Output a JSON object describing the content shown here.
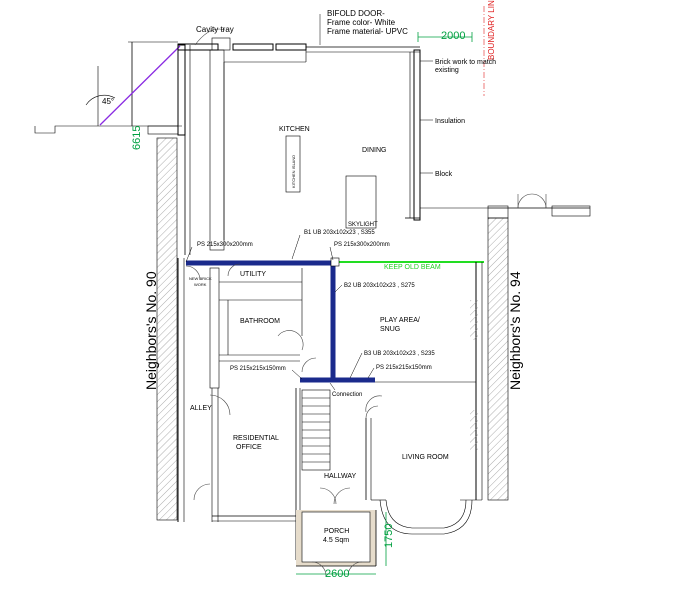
{
  "labels": {
    "bifold_title": "BIFOLD DOOR-",
    "bifold_color": "Frame color- White",
    "bifold_material": "Frame material-  UPVC",
    "cavity_tray": "Cavity tray",
    "dim_2000": "2000",
    "boundary_line": "BOUNDARY LINE",
    "brick_note_1": "Brick work to match",
    "brick_note_2": "existing",
    "insulation": "Insulation",
    "block": "Block",
    "angle": "45°",
    "dim_6615": "6615",
    "kitchen": "KITCHEN",
    "kitchen_island": "KITCHEN ISLAND",
    "dining": "DINING",
    "skylight": "SKYLIGHT",
    "b1": "B1 UB 203x102x23 , S355",
    "ps_left": "PS  215x300x200mm",
    "ps_right": "PS  215x300x200mm",
    "keep_old_beam": "KEEP OLD BEAM",
    "utility": "UTILITY",
    "new_brick_1": "NEW BRICK",
    "new_brick_2": "WORK",
    "b2": "B2 UB 203x102x23 , S275",
    "bathroom": "BATHROOM",
    "play_area_1": "PLAY AREA/",
    "play_area_2": "SNUG",
    "b3": "B3 UB 203x102x23 , S235",
    "ps_lower_left": "PS  215x215x150mm",
    "ps_lower_right": "PS  215x215x150mm",
    "connection": "Connection",
    "neighbors_90": "Neighbors's No. 90",
    "neighbors_94": "Neighbors's No. 94",
    "alley": "ALLEY",
    "residential_1": "RESIDENTIAL",
    "residential_2": "OFFICE",
    "living_room": "LIVING ROOM",
    "hallway": "HALLWAY",
    "porch": "PORCH",
    "porch_area": "4.5 Sqm",
    "dim_1750": "1750",
    "dim_2600": "2600"
  },
  "colors": {
    "beam": "#1a2a8c",
    "old_beam": "#22dd22",
    "dimension": "#00a040",
    "boundary": "#e02020",
    "angle_line": "#8a2be2",
    "porch_fill": "#e6dccb",
    "hatch": "#888888"
  }
}
